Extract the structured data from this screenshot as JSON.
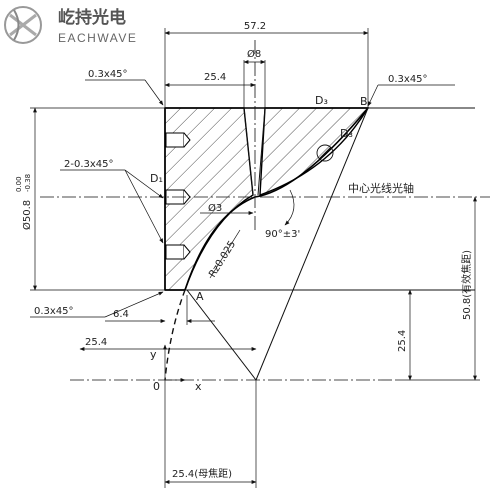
{
  "logo": {
    "name_cn": "屹持光电",
    "name_en": "EACHWAVE"
  },
  "dimensions": {
    "overall_width": "57.2",
    "left_width": "25.4",
    "hole_dia": "Ø8",
    "small_hole": "Ø3",
    "diameter": "Ø50.8",
    "tol_upper": "0.00",
    "tol_lower": "-0.38",
    "effective_focal": "50.8(有效焦距)",
    "parent_focal": "25.4(母焦距)",
    "offset_64": "6.4",
    "left_254": "25.4",
    "vertical_254": "25.4",
    "angle": "90°±3'",
    "roughness": "Rz0.025"
  },
  "labels": {
    "chamfer_top": "0.3x45°",
    "chamfer_right": "0.3x45°",
    "chamfer_multi": "2-0.3x45°",
    "chamfer_bottom": "0.3x45°",
    "axis_label": "中心光线光轴",
    "d3_top": "D₃",
    "d3_side": "D₃",
    "d1": "D₁",
    "point_b": "B",
    "point_a": "A",
    "axis_y": "y",
    "axis_x": "x",
    "origin": "0"
  }
}
